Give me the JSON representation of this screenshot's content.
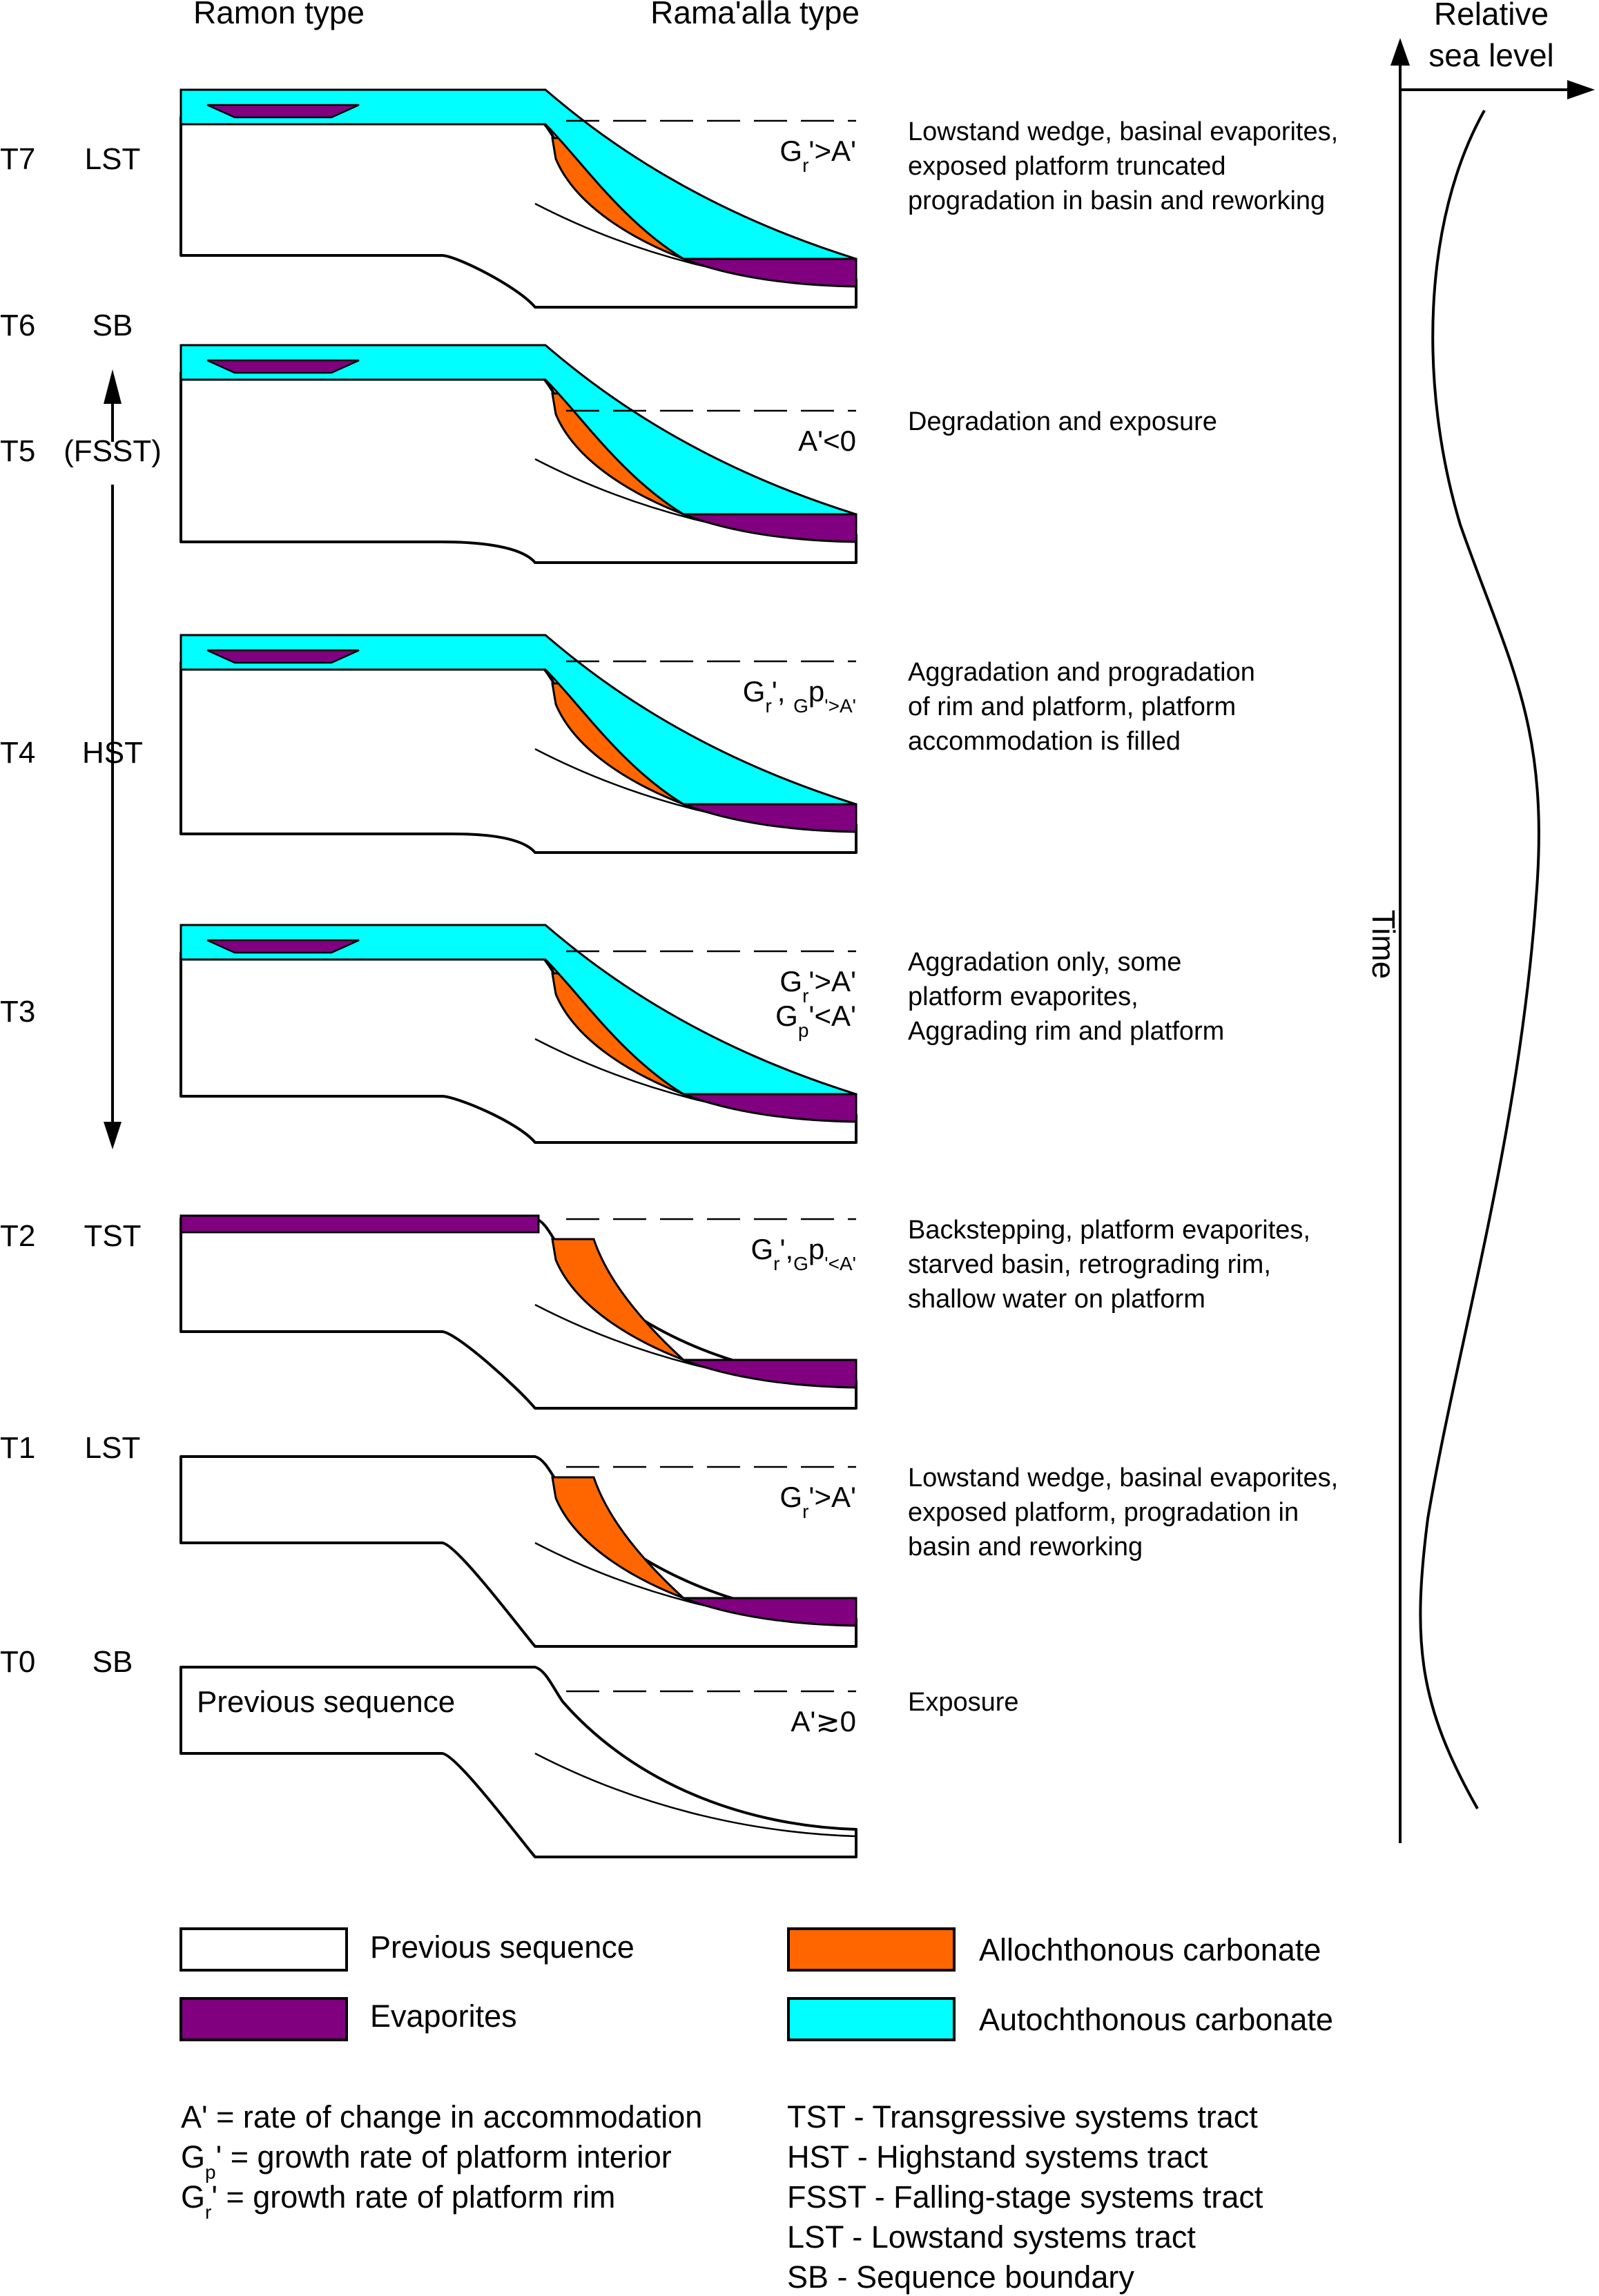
{
  "header": {
    "left": "Ramon type",
    "right": "Rama'alla type"
  },
  "colors": {
    "previous_sequence": "#ffffff",
    "evaporites": "#800080",
    "allochthonous": "#ff6600",
    "autochthonous": "#00ffff"
  },
  "stages": [
    {
      "time": "T7",
      "tract": "LST",
      "rel": [
        "G",
        "r",
        "'>A'"
      ],
      "desc": [
        "Lowstand wedge, basinal evaporites,",
        "exposed platform truncated",
        "progradation in basin and reworking"
      ]
    },
    {
      "time": "T6",
      "tract": "SB"
    },
    {
      "time": "T5",
      "tract": "(FSST)",
      "rel": [
        "A'<0"
      ],
      "desc": [
        "Degradation and exposure"
      ]
    },
    {
      "time": "T4",
      "tract": "HST",
      "rel": [
        "G",
        "r",
        "', ",
        "G",
        "p",
        "'>A'"
      ],
      "desc": [
        "Aggradation and progradation",
        "of rim and platform, platform",
        "accommodation is filled"
      ]
    },
    {
      "time": "T3",
      "rel": [
        "G",
        "r",
        "'>A'"
      ],
      "rel2": [
        "G",
        "p",
        "'<A'"
      ],
      "desc": [
        "Aggradation only, some",
        "platform evaporites,",
        "Aggrading rim and platform"
      ]
    },
    {
      "time": "T2",
      "tract": "TST",
      "rel": [
        "G",
        "r",
        "',",
        "G",
        "p",
        "'<A'"
      ],
      "desc": [
        "Backstepping, platform evaporites,",
        "starved basin, retrograding rim,",
        "shallow water on platform"
      ]
    },
    {
      "time": "T1",
      "tract": "LST",
      "rel": [
        "G",
        "r",
        "'>A'"
      ],
      "desc": [
        "Lowstand wedge, basinal evaporites,",
        "exposed platform, progradation in",
        "basin and reworking"
      ]
    },
    {
      "time": "T0",
      "tract": "SB",
      "rel": [
        "A'≳0"
      ],
      "desc": [
        "Exposure"
      ],
      "inner": "Previous sequence"
    }
  ],
  "sea_level": {
    "title_line1": "Relative",
    "title_line2": "sea level",
    "time_label": "Time"
  },
  "legend": [
    {
      "label": "Previous sequence",
      "color": "#ffffff"
    },
    {
      "label": "Evaporites",
      "color": "#800080"
    },
    {
      "label": "Allochthonous carbonate",
      "color": "#ff6600"
    },
    {
      "label": "Autochthonous carbonate",
      "color": "#00ffff"
    }
  ],
  "definitions": [
    [
      "A",
      "",
      "' = rate of change in accommodation"
    ],
    [
      "G",
      "p",
      "' = growth rate of platform interior"
    ],
    [
      "G",
      "r",
      "' = growth rate of platform rim"
    ]
  ],
  "abbreviations": [
    "TST - Transgressive systems tract",
    "HST - Highstand systems tract",
    "FSST - Falling-stage systems tract",
    "LST - Lowstand systems tract",
    "SB - Sequence boundary"
  ]
}
